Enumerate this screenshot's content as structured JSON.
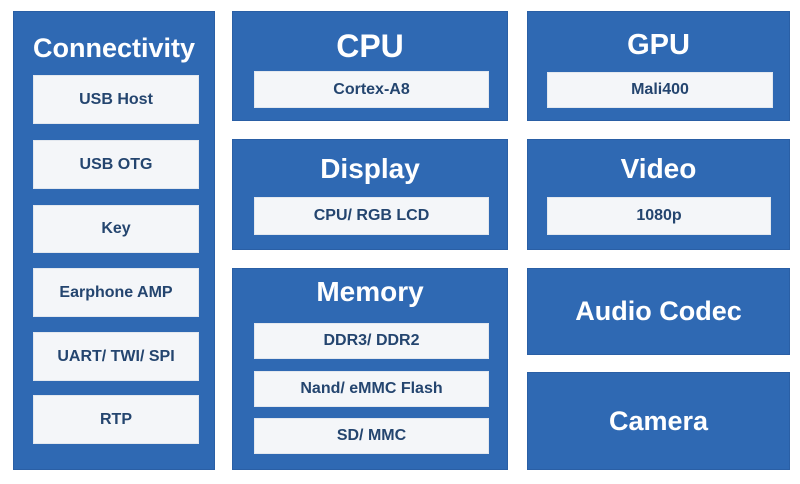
{
  "connectivity": {
    "title": "Connectivity",
    "items": [
      "USB Host",
      "USB OTG",
      "Key",
      "Earphone AMP",
      "UART/ TWI/ SPI",
      "RTP"
    ]
  },
  "cpu": {
    "title": "CPU",
    "items": [
      "Cortex-A8"
    ]
  },
  "gpu": {
    "title": "GPU",
    "items": [
      "Mali400"
    ]
  },
  "display": {
    "title": "Display",
    "items": [
      "CPU/ RGB LCD"
    ]
  },
  "video": {
    "title": "Video",
    "items": [
      "1080p"
    ]
  },
  "memory": {
    "title": "Memory",
    "items": [
      "DDR3/ DDR2",
      "Nand/ eMMC Flash",
      "SD/ MMC"
    ]
  },
  "audio_codec": {
    "title": "Audio Codec"
  },
  "camera": {
    "title": "Camera"
  },
  "colors": {
    "block": "#2f69b3",
    "item_bg": "#f4f6f9",
    "item_text": "#24456f",
    "title_text": "#ffffff"
  }
}
